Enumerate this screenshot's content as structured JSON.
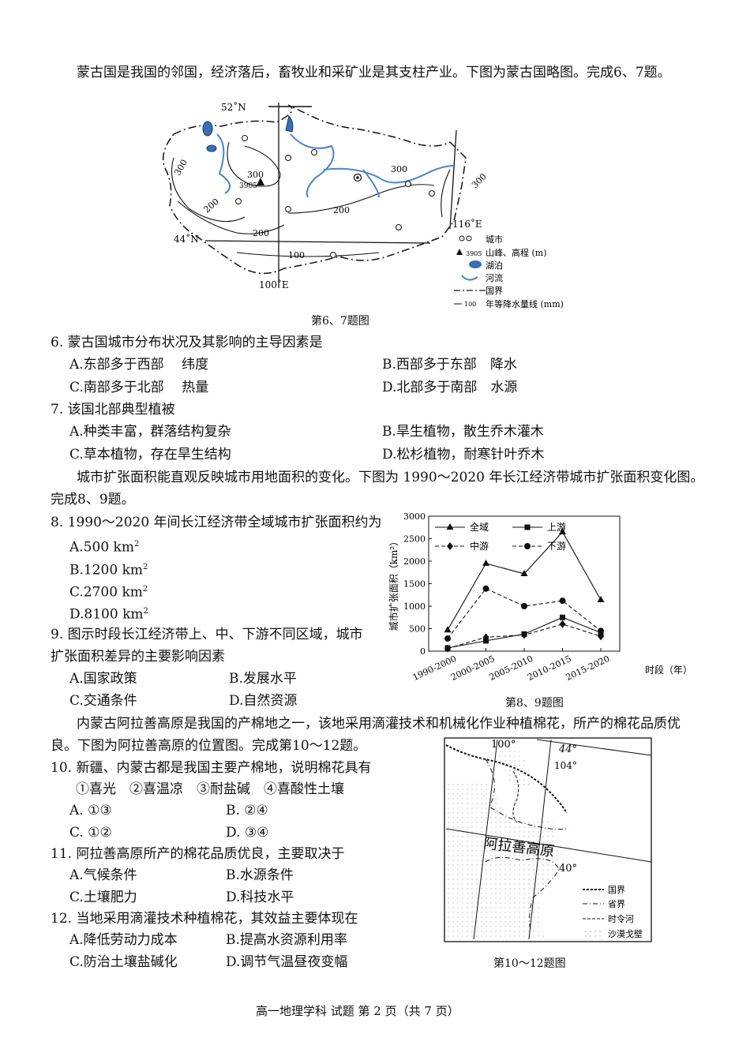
{
  "intro1": "蒙古国是我国的邻国，经济落后，畜牧业和采矿业是其支柱产业。下图为蒙古国略图。完成6、7题。",
  "map1": {
    "lat_top": "52˚N",
    "lat_mid": "44˚N",
    "lon_bottom": "100˚E",
    "lon_right": "116˚E",
    "iso_300a": "300",
    "iso_300b": "300",
    "iso_300c": "300",
    "iso_300d": "300",
    "iso_200a": "200",
    "iso_200b": "200",
    "iso_200c": "200",
    "iso_100": "100",
    "peak_elev": "3905",
    "legend": {
      "city": "城市",
      "peak_num": "3905",
      "peak": "山峰、高程 (m)",
      "lake": "湖泊",
      "river": "河流",
      "border": "国界",
      "iso_num": "100",
      "iso": "年等降水量线 (mm)"
    },
    "caption": "第6、7题图"
  },
  "q6": {
    "stem": "6. 蒙古国城市分布状况及其影响的主导因素是",
    "A": "A.东部多于西部　 纬度",
    "B": "B.西部多于东部　降水",
    "C": "C.南部多于北部　 热量",
    "D": "D.北部多于南部　水源"
  },
  "q7": {
    "stem": "7. 该国北部典型植被",
    "A": "A.种类丰富，群落结构复杂",
    "B": "B.旱生植物，散生乔木灌木",
    "C": "C.草本植物，存在旱生结构",
    "D": "D.松杉植物，耐寒针叶乔木"
  },
  "intro2_line1": "城市扩张面积能直观反映城市用地面积的变化。下图为 1990～2020 年长江经济带城市扩张面积变化图。",
  "intro2_line2": "完成8、9题。",
  "q8": {
    "stem": "8. 1990～2020 年间长江经济带全域城市扩张面积约为",
    "A": "A.500 km",
    "B": "B.1200 km",
    "C": "C.2700 km",
    "D": "D.8100 km",
    "sup": "2"
  },
  "q9": {
    "stem1": "9. 图示时段长江经济带上、中、下游不同区域，城市",
    "stem2": "扩张面积差异的主要影响因素",
    "A": "A.国家政策",
    "B": "B.发展水平",
    "C": "C.交通条件",
    "D": "D.自然资源"
  },
  "chart_caption": "第8、9题图",
  "chart_data": {
    "type": "line",
    "categories": [
      "1990-2000",
      "2000-2005",
      "2005-2010",
      "2010-2015",
      "2015-2020"
    ],
    "series": [
      {
        "name": "全域",
        "values": [
          470,
          1950,
          1720,
          2650,
          1140
        ]
      },
      {
        "name": "上游",
        "values": [
          70,
          230,
          380,
          750,
          410
        ]
      },
      {
        "name": "中游",
        "values": [
          60,
          310,
          360,
          600,
          330
        ]
      },
      {
        "name": "下游",
        "values": [
          280,
          1390,
          1000,
          1120,
          450
        ]
      }
    ],
    "yticks": [
      "0",
      "500",
      "1000",
      "1500",
      "2000",
      "2500",
      "3000"
    ],
    "ylim": [
      0,
      3000
    ],
    "ylabel": "城市扩张面积（km²）",
    "xlabel": "时段（年）",
    "legend_position": "top-left"
  },
  "intro3_line1": "内蒙古阿拉善高原是我国的产棉地之一，该地采用滴灌技术和机械化作业种植棉花，所产的棉花品质优",
  "intro3_line2": "良。下图为阿拉善高原的位置图。完成第10～12题。",
  "q10": {
    "stem": "10. 新疆、内蒙古都是我国主要产棉地，说明棉花具有",
    "opts": "①喜光　②喜温凉　③耐盐碱　④喜酸性土壤",
    "A": "A. ①③",
    "B": "B. ②④",
    "C": "C. ①②",
    "D": "D. ③④"
  },
  "q11": {
    "stem": "11. 阿拉善高原所产的棉花品质优良，主要取决于",
    "A": "A.气候条件",
    "B": "B.水源条件",
    "C": "C.土壤肥力",
    "D": "D.科技水平"
  },
  "q12": {
    "stem": "12. 当地采用滴灌技术种植棉花，其效益主要体现在",
    "A": "A.降低劳动力成本",
    "B": "B.提高水资源利用率",
    "C": "C.防治土壤盐碱化",
    "D": "D.调节气温昼夜变幅"
  },
  "map3": {
    "lon_100": "100°",
    "lat_44": "44°",
    "lon_104": "104°",
    "lat_40": "40°",
    "region": "阿拉善高原",
    "legend": {
      "border": "国界",
      "province": "省界",
      "river": "时令河",
      "desert": "沙漠戈壁"
    },
    "caption": "第10～12题图"
  },
  "footer": "高一地理学科  试题  第 2 页（共 7 页）"
}
